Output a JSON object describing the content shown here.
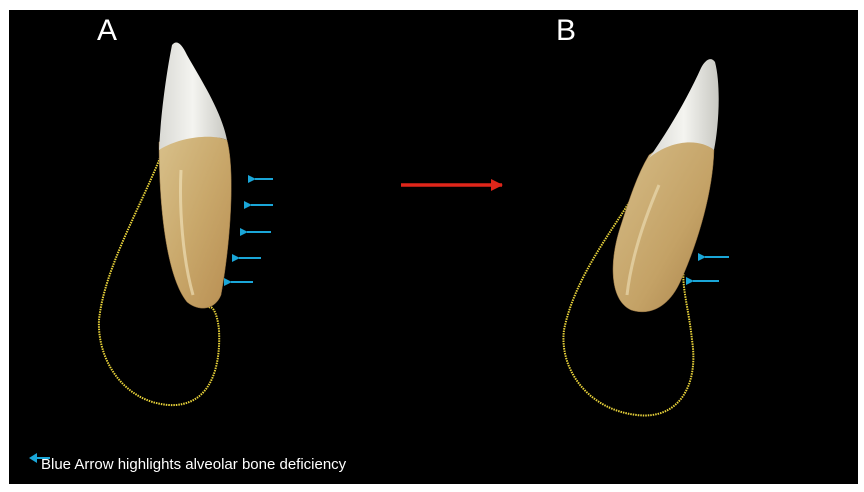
{
  "figure": {
    "panels": [
      {
        "id": "A",
        "label": "A"
      },
      {
        "id": "B",
        "label": "B"
      }
    ],
    "legend": {
      "text": "Blue Arrow highlights alveolar bone deficiency",
      "icon": "blue-arrow-icon"
    },
    "colors": {
      "background": "#000000",
      "outline": "#e8d23a",
      "deficiency_arrow": "#1aa6d8",
      "transition_arrow": "#e0261a"
    },
    "panel_a": {
      "deficiency_arrow_count": 5
    },
    "panel_b": {
      "deficiency_arrow_count": 2
    }
  }
}
